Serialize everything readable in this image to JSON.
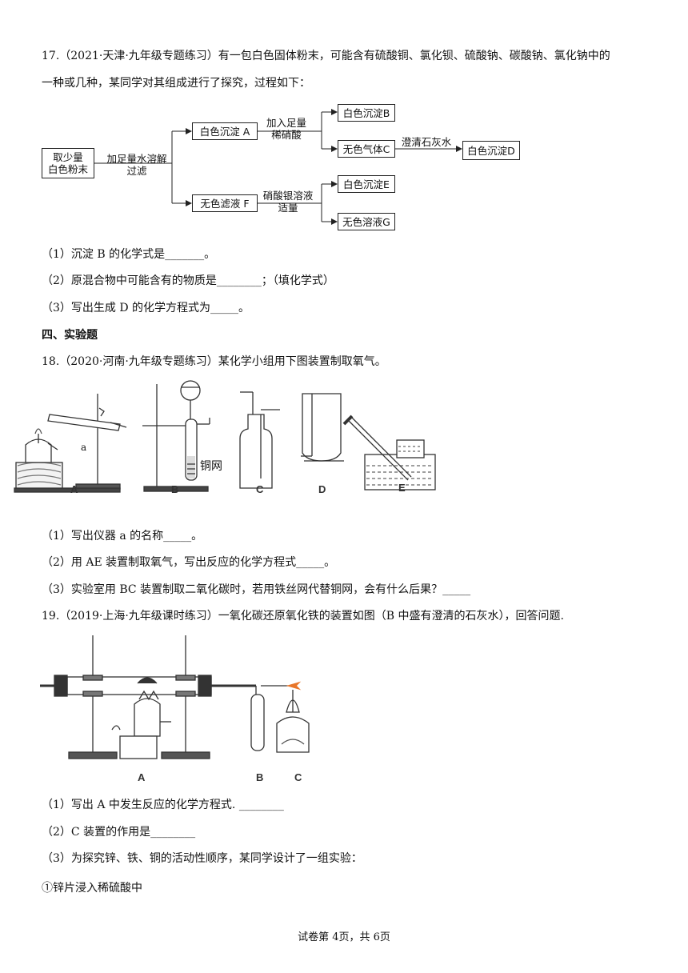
{
  "q17": {
    "line1": "17.（2021·天津·九年级专题练习）有一包白色固体粉末，可能含有硫酸铜、氯化钡、硫酸钠、碳酸钠、氯化钠中的",
    "line2": "一种或几种，某同学对其组成进行了探究，过程如下：",
    "flow": {
      "start": [
        "取少量",
        "白色粉末"
      ],
      "step1": [
        "加足量水溶解",
        "过滤"
      ],
      "precipA": "白色沉淀 A",
      "acid": [
        "加入足量",
        "稀硝酸"
      ],
      "precipB": "白色沉淀B",
      "gasC": "无色气体C",
      "limewater": "澄清石灰水",
      "precipD": "白色沉淀D",
      "filtrateF": "无色滤液 F",
      "silver": [
        "硝酸银溶液",
        "适量"
      ],
      "precipE": "白色沉淀E",
      "solutionG": "无色溶液G"
    },
    "sub1": "（1）沉淀 B 的化学式是_______。",
    "sub2": "（2）原混合物中可能含有的物质是________；（填化学式）",
    "sub3": "（3）写出生成 D 的化学方程式为_____。"
  },
  "section4": "四、实验题",
  "q18": {
    "title": "18.（2020·河南·九年级专题练习）某化学小组用下图装置制取氧气。",
    "labels": {
      "a": "a",
      "mesh": "铜网",
      "A": "A",
      "B": "B",
      "C": "C",
      "D": "D",
      "E": "E"
    },
    "sub1": "（1）写出仪器 a 的名称_____。",
    "sub2": "（2）用 AE 装置制取氧气，写出反应的化学方程式_____。",
    "sub3": "（3）实验室用 BC 装置制取二氧化碳时，若用铁丝网代替铜网，会有什么后果？_____"
  },
  "q19": {
    "title": "19.（2019·上海·九年级课时练习）一氧化碳还原氧化铁的装置如图（B 中盛有澄清的石灰水），回答问题.",
    "labels": {
      "A": "A",
      "B": "B",
      "C": "C"
    },
    "sub1": "（1）写出 A 中发生反应的化学方程式. ________",
    "sub2": "（2）C 装置的作用是________",
    "sub3": "（3）为探究锌、铁、铜的活动性顺序，某同学设计了一组实验：",
    "item1": "①锌片浸入稀硫酸中"
  },
  "footer": "试卷第 4页，共 6页"
}
